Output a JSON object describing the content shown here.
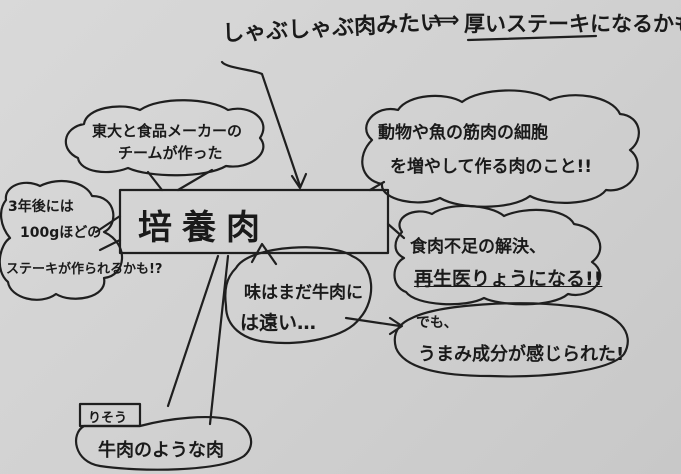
{
  "top": {
    "part1": "しゃぶしゃぶ肉みたい",
    "arrow": "⟹",
    "part2": "厚いステーキになるかも!!"
  },
  "center": {
    "label": "培養肉"
  },
  "made_by": {
    "line1": "東大と食品メーカーの",
    "line2": "チームが作った"
  },
  "future": {
    "line1": "3年後には",
    "line2": "100gほどの",
    "line3": "ステーキが作られるかも!?"
  },
  "definition": {
    "line1": "動物や魚の筋肉の細胞",
    "line2": "を増やして作る肉のこと!!"
  },
  "solutions": {
    "line1": "食肉不足の解決、",
    "line2": "再生医りょうになる!!"
  },
  "taste": {
    "line1": "味はまだ牛肉に",
    "line2": "は遠い…"
  },
  "umami": {
    "line1": "でも、",
    "line2": "うまみ成分が感じられた!"
  },
  "ideal": {
    "tag": "りそう",
    "text": "牛肉のような肉"
  }
}
